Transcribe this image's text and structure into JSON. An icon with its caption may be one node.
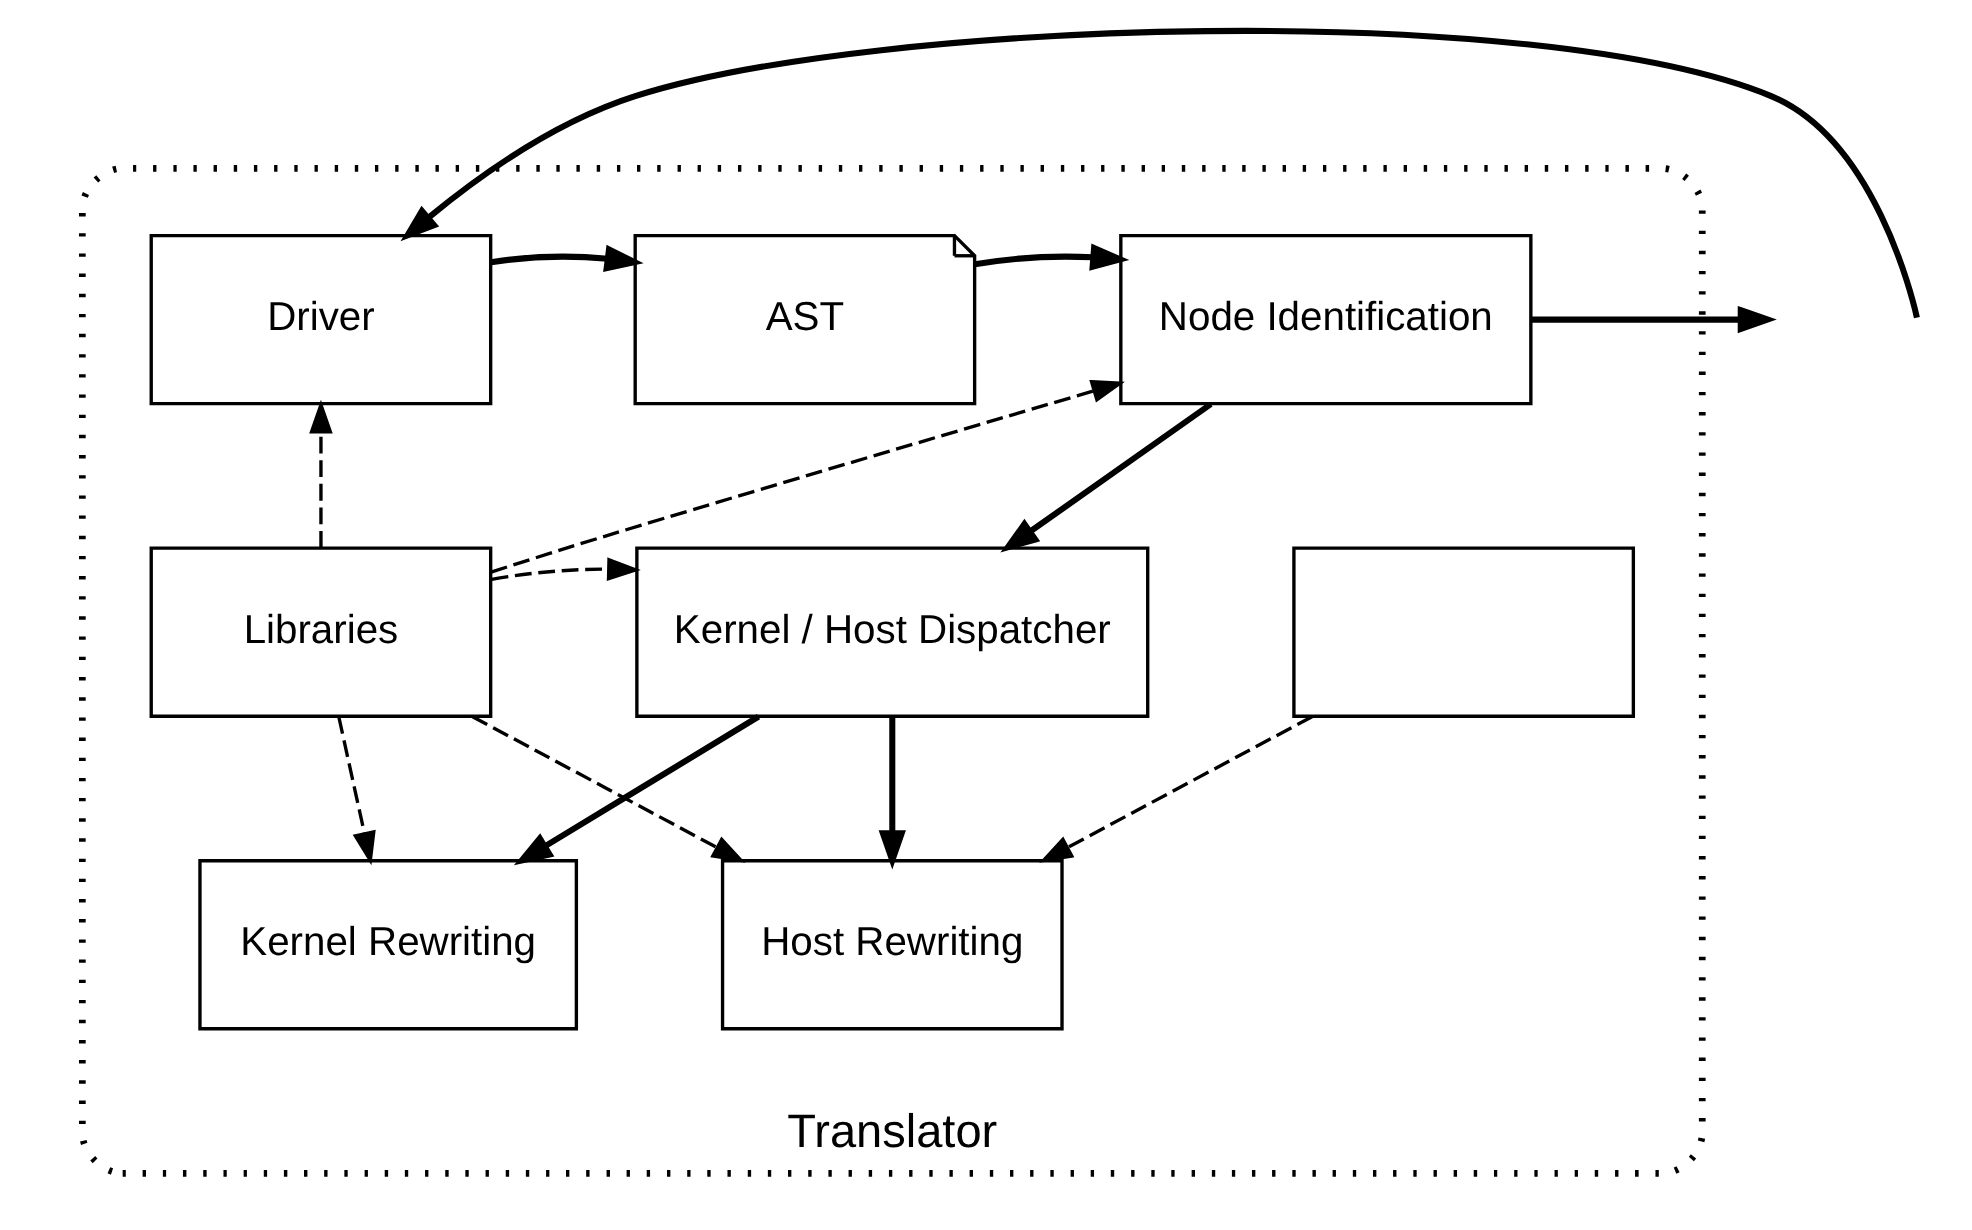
{
  "diagram": {
    "nodes": [
      {
        "text": [
          "Translator"
        ]
      },
      {
        "text": [
          "Driver"
        ],
        "in": 0
      },
      {
        "text": [
          "AST"
        ],
        "in": 0
      },
      {
        "text": [
          "Node Identification"
        ],
        "in": 0
      },
      {
        "text": [
          "Libraries"
        ],
        "in": 0
      },
      {
        "text": [
          "Kernel / Host Dispatcher"
        ],
        "in": 0
      },
      {
        "text": [],
        "shape": "box",
        "in": 0
      },
      {
        "text": [
          "Kernel Rewriting"
        ],
        "in": 0
      },
      {
        "text": [
          "Host Rewriting"
        ],
        "in": 0
      }
    ],
    "edges": [
      {
        "from": null,
        "to": 1,
        "arrow": "to"
      },
      {
        "from": 1,
        "to": 2,
        "arrow": "to"
      },
      {
        "from": 2,
        "to": 3,
        "arrow": "to"
      },
      {
        "from": 3,
        "to": null,
        "arrow": "to"
      },
      {
        "from": 3,
        "to": 5,
        "arrow": "to"
      },
      {
        "from": 4,
        "to": 1,
        "arrow": "to",
        "style": "dashed"
      },
      {
        "from": 4,
        "to": 3,
        "arrow": "to",
        "style": "dashed"
      },
      {
        "from": 4,
        "to": 5,
        "arrow": "to",
        "style": "dashed"
      },
      {
        "from": 4,
        "to": 7,
        "arrow": "to",
        "style": "dashed"
      },
      {
        "from": 4,
        "to": 8,
        "arrow": "to",
        "style": "dashed"
      },
      {
        "from": 5,
        "to": 7,
        "arrow": "to"
      },
      {
        "from": 5,
        "to": 8,
        "arrow": "to"
      },
      {
        "from": 6,
        "to": 8,
        "arrow": "to",
        "style": "dashed"
      }
    ]
  }
}
